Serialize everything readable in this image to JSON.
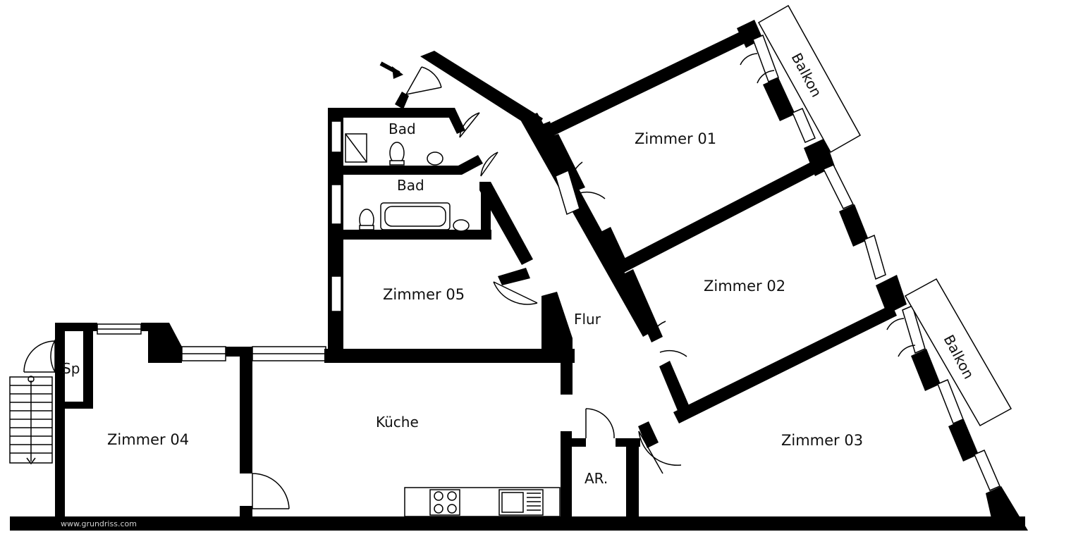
{
  "plan": {
    "rooms": {
      "zimmer01": "Zimmer 01",
      "zimmer02": "Zimmer 02",
      "zimmer03": "Zimmer 03",
      "zimmer04": "Zimmer 04",
      "zimmer05": "Zimmer 05",
      "kueche": "Küche",
      "flur": "Flur",
      "bad_top": "Bad",
      "bad_bottom": "Bad",
      "ar": "AR.",
      "sp": "Sp",
      "balkon_top": "Balkon",
      "balkon_bottom": "Balkon"
    },
    "watermark": "www.grundriss.com"
  }
}
